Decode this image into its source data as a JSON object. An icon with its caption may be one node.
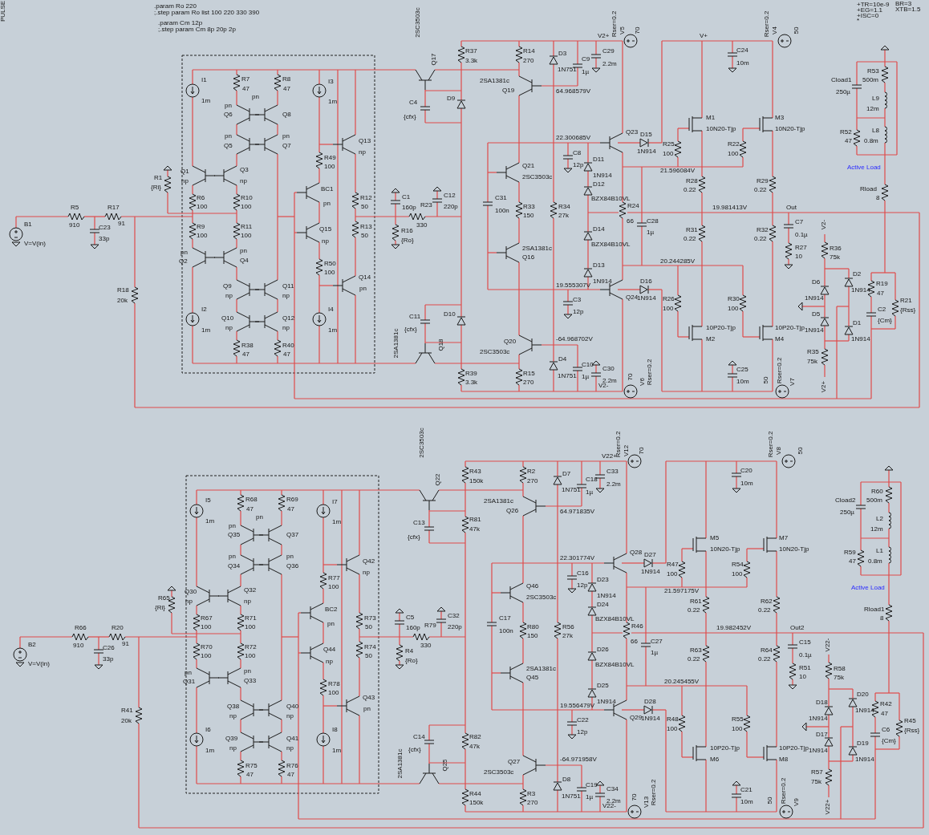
{
  "diagram": {
    "labels": [
      "PULSE",
      ".param Ro 220",
      ";.step param Ro list 100 220 330 390",
      ".param Cm 12p",
      ";.step param Cm 8p 20p 2p",
      "+TR=10e-9",
      "BR=3",
      "+EG=1.1",
      "XTB=1.5",
      "+ISC=0",
      "*",
      "I1",
      "1m",
      "R7",
      "47",
      "R8",
      "47",
      "pn",
      "pn",
      "Q6",
      "Q8",
      "pn",
      "Q5",
      "pn",
      "Q7",
      "Q1",
      "np",
      "Q3",
      "np",
      "R1",
      "{Ri}",
      "R6",
      "R10",
      "R5",
      "R17",
      "100",
      "100",
      "B1",
      "910",
      "91",
      "C23",
      "R9",
      "R11",
      "V=V(in)",
      "33p",
      "100",
      "100",
      "pn",
      "Q2",
      "pn",
      "Q4",
      "Q9",
      "np",
      "Q11",
      "np",
      "R18",
      "20k",
      "I2",
      "1m",
      "Q10",
      "np",
      "Q12",
      "np",
      "R38",
      "47",
      "R40",
      "47",
      "I3",
      "1m",
      "2SC3503c",
      "Q17",
      "R37",
      "3.3k",
      "R14",
      "270",
      "D3",
      "1N751",
      "C9",
      "1µ",
      "C29",
      "2.2m",
      "V2+",
      "2SA1381c",
      "Q19",
      "64.968579V",
      "C4",
      "{cfx}",
      "D9",
      "Q13",
      "np",
      "R49",
      "100",
      "BC1",
      "pn",
      "R12",
      "50",
      "R13",
      "50",
      "C1",
      "160p",
      "R23",
      "330",
      "C12",
      "220p",
      "R16",
      "{Ro}",
      "Q15",
      "np",
      "R50",
      "100",
      "Q14",
      "pn",
      "I4",
      "1m",
      "C11",
      "{cfx}",
      "D10",
      "2SA1381c",
      "Q18",
      "R39",
      "3.3k",
      "Q20",
      "2SC3503c",
      "-64.968702V",
      "R15",
      "270",
      "D4",
      "1N751",
      "C10",
      "1µ",
      "C30",
      "2.2m",
      "V2-",
      "22.300685V",
      "C8",
      "12p",
      "D11",
      "1N914",
      "Q21",
      "2SC3503c",
      "D12",
      "C31",
      "BZX84B10VL",
      "100n",
      "R33",
      "150",
      "R34",
      "27k",
      "R24",
      "66",
      "C28",
      "1µ",
      "D14",
      "BZX84B10VL",
      "2SA1381c",
      "Q16",
      "D13",
      "1N914",
      "19.555307V",
      "C3",
      "12p",
      "Q23",
      "D15",
      "1N914",
      "21.596084V",
      "Q24",
      "D16",
      "1N914",
      "20.244285V",
      "Rser=0.2",
      "V5",
      "70",
      "V+",
      "C24",
      "10m",
      "Rser=0.2",
      "V4",
      "50",
      "M1",
      "10N20-Tjp",
      "M3",
      "10N20-Tjp",
      "R25",
      "100",
      "R22",
      "100",
      "R28",
      "0.22",
      "R29",
      "0.22",
      "19.981413V",
      "Out",
      "R31",
      "0.22",
      "R32",
      "0.22",
      "C7",
      "0.1µ",
      "R27",
      "10",
      "R26",
      "100",
      "R30",
      "100",
      "10P20-Tjp",
      "M2",
      "10P20-Tjp",
      "M4",
      "C25",
      "10m",
      "70",
      "V6",
      "Rser=0.2",
      "50",
      "Rser=0.2",
      "V7",
      "Cload1",
      "250µ",
      "R53",
      "500m",
      "L9",
      "12m",
      "R52",
      "47",
      "L8",
      "0.8m",
      "Active Load",
      "Rload",
      "8",
      "V2-",
      "R36",
      "75k",
      "D6",
      "1N914",
      "D2",
      "1N914",
      "R19",
      "47",
      "C2",
      "{Cm}",
      "R21",
      "{Rss}",
      "D5",
      "1N914",
      "D1",
      "1N914",
      "R35",
      "75k",
      "V2+",
      "I5",
      "1m",
      "R68",
      "47",
      "R69",
      "47",
      "pn",
      "pn",
      "Q35",
      "Q37",
      "pn",
      "Q34",
      "pn",
      "Q36",
      "Q30",
      "np",
      "Q32",
      "np",
      "R65",
      "{Ri}",
      "R67",
      "R71",
      "R66",
      "R20",
      "100",
      "100",
      "B2",
      "910",
      "91",
      "C26",
      "R70",
      "R72",
      "V=V(in)",
      "33p",
      "100",
      "100",
      "pn",
      "Q31",
      "pn",
      "Q33",
      "Q38",
      "np",
      "Q40",
      "np",
      "R41",
      "20k",
      "I6",
      "1m",
      "Q39",
      "np",
      "Q41",
      "np",
      "R75",
      "47",
      "R76",
      "47",
      "I7",
      "1m",
      "2SC3503c",
      "Q22",
      "R43",
      "150k",
      "R2",
      "270",
      "D7",
      "1N751",
      "C18",
      "1µ",
      "C33",
      "2.2m",
      "V22+",
      "2SA1381c",
      "Q26",
      "64.971835V",
      "C13",
      "{cfx}",
      "R81",
      "47k",
      "Q42",
      "np",
      "R77",
      "100",
      "BC2",
      "pn",
      "R73",
      "50",
      "R74",
      "50",
      "C5",
      "160p",
      "R79",
      "330",
      "C32",
      "220p",
      "R4",
      "{Ro}",
      "Q44",
      "np",
      "R78",
      "100",
      "Q43",
      "pn",
      "I8",
      "1m",
      "C14",
      "{cfx}",
      "R82",
      "47k",
      "2SA1381c",
      "Q25",
      "R44",
      "150k",
      "Q27",
      "2SC3503c",
      "-64.971958V",
      "R3",
      "270",
      "D8",
      "1N751",
      "C19",
      "1µ",
      "C34",
      "2.2m",
      "V22-",
      "22.301774V",
      "C16",
      "12p",
      "D23",
      "1N914",
      "Q46",
      "2SC3503c",
      "D24",
      "C17",
      "BZX84B10VL",
      "100n",
      "R80",
      "150",
      "R56",
      "27k",
      "R46",
      "66",
      "C27",
      "1µ",
      "D26",
      "BZX84B10VL",
      "2SA1381c",
      "Q45",
      "D25",
      "1N914",
      "19.556479V",
      "C22",
      "12p",
      "Q28",
      "D27",
      "1N914",
      "21.597175V",
      "Q29",
      "D28",
      "1N914",
      "20.245455V",
      "Rser=0.2",
      "V12",
      "70",
      "C20",
      "10m",
      "Rser=0.2",
      "V8",
      "50",
      "M5",
      "10N20-Tjp",
      "M7",
      "10N20-Tjp",
      "R47",
      "100",
      "R54",
      "100",
      "R61",
      "0.22",
      "R62",
      "0.22",
      "19.982452V",
      "Out2",
      "R63",
      "0.22",
      "R64",
      "0.22",
      "C15",
      "0.1µ",
      "R51",
      "10",
      "R48",
      "100",
      "R55",
      "100",
      "10P20-Tjp",
      "M6",
      "10P20-Tjp",
      "M8",
      "C21",
      "10m",
      "70",
      "V13",
      "Rser=0.2",
      "50",
      "Rser=0.2",
      "V9",
      "Cload2",
      "250µ",
      "R60",
      "500m",
      "L2",
      "12m",
      "R59",
      "47",
      "L1",
      "0.8m",
      "Active Load",
      "Rload1",
      "8",
      "V22-",
      "R58",
      "75k",
      "D18",
      "1N914",
      "D20",
      "1N914",
      "R42",
      "47",
      "C6",
      "{Cm}",
      "R45",
      "{Rss}",
      "D17",
      "1N914",
      "D19",
      "1N914",
      "R57",
      "75k",
      "V22+"
    ]
  }
}
